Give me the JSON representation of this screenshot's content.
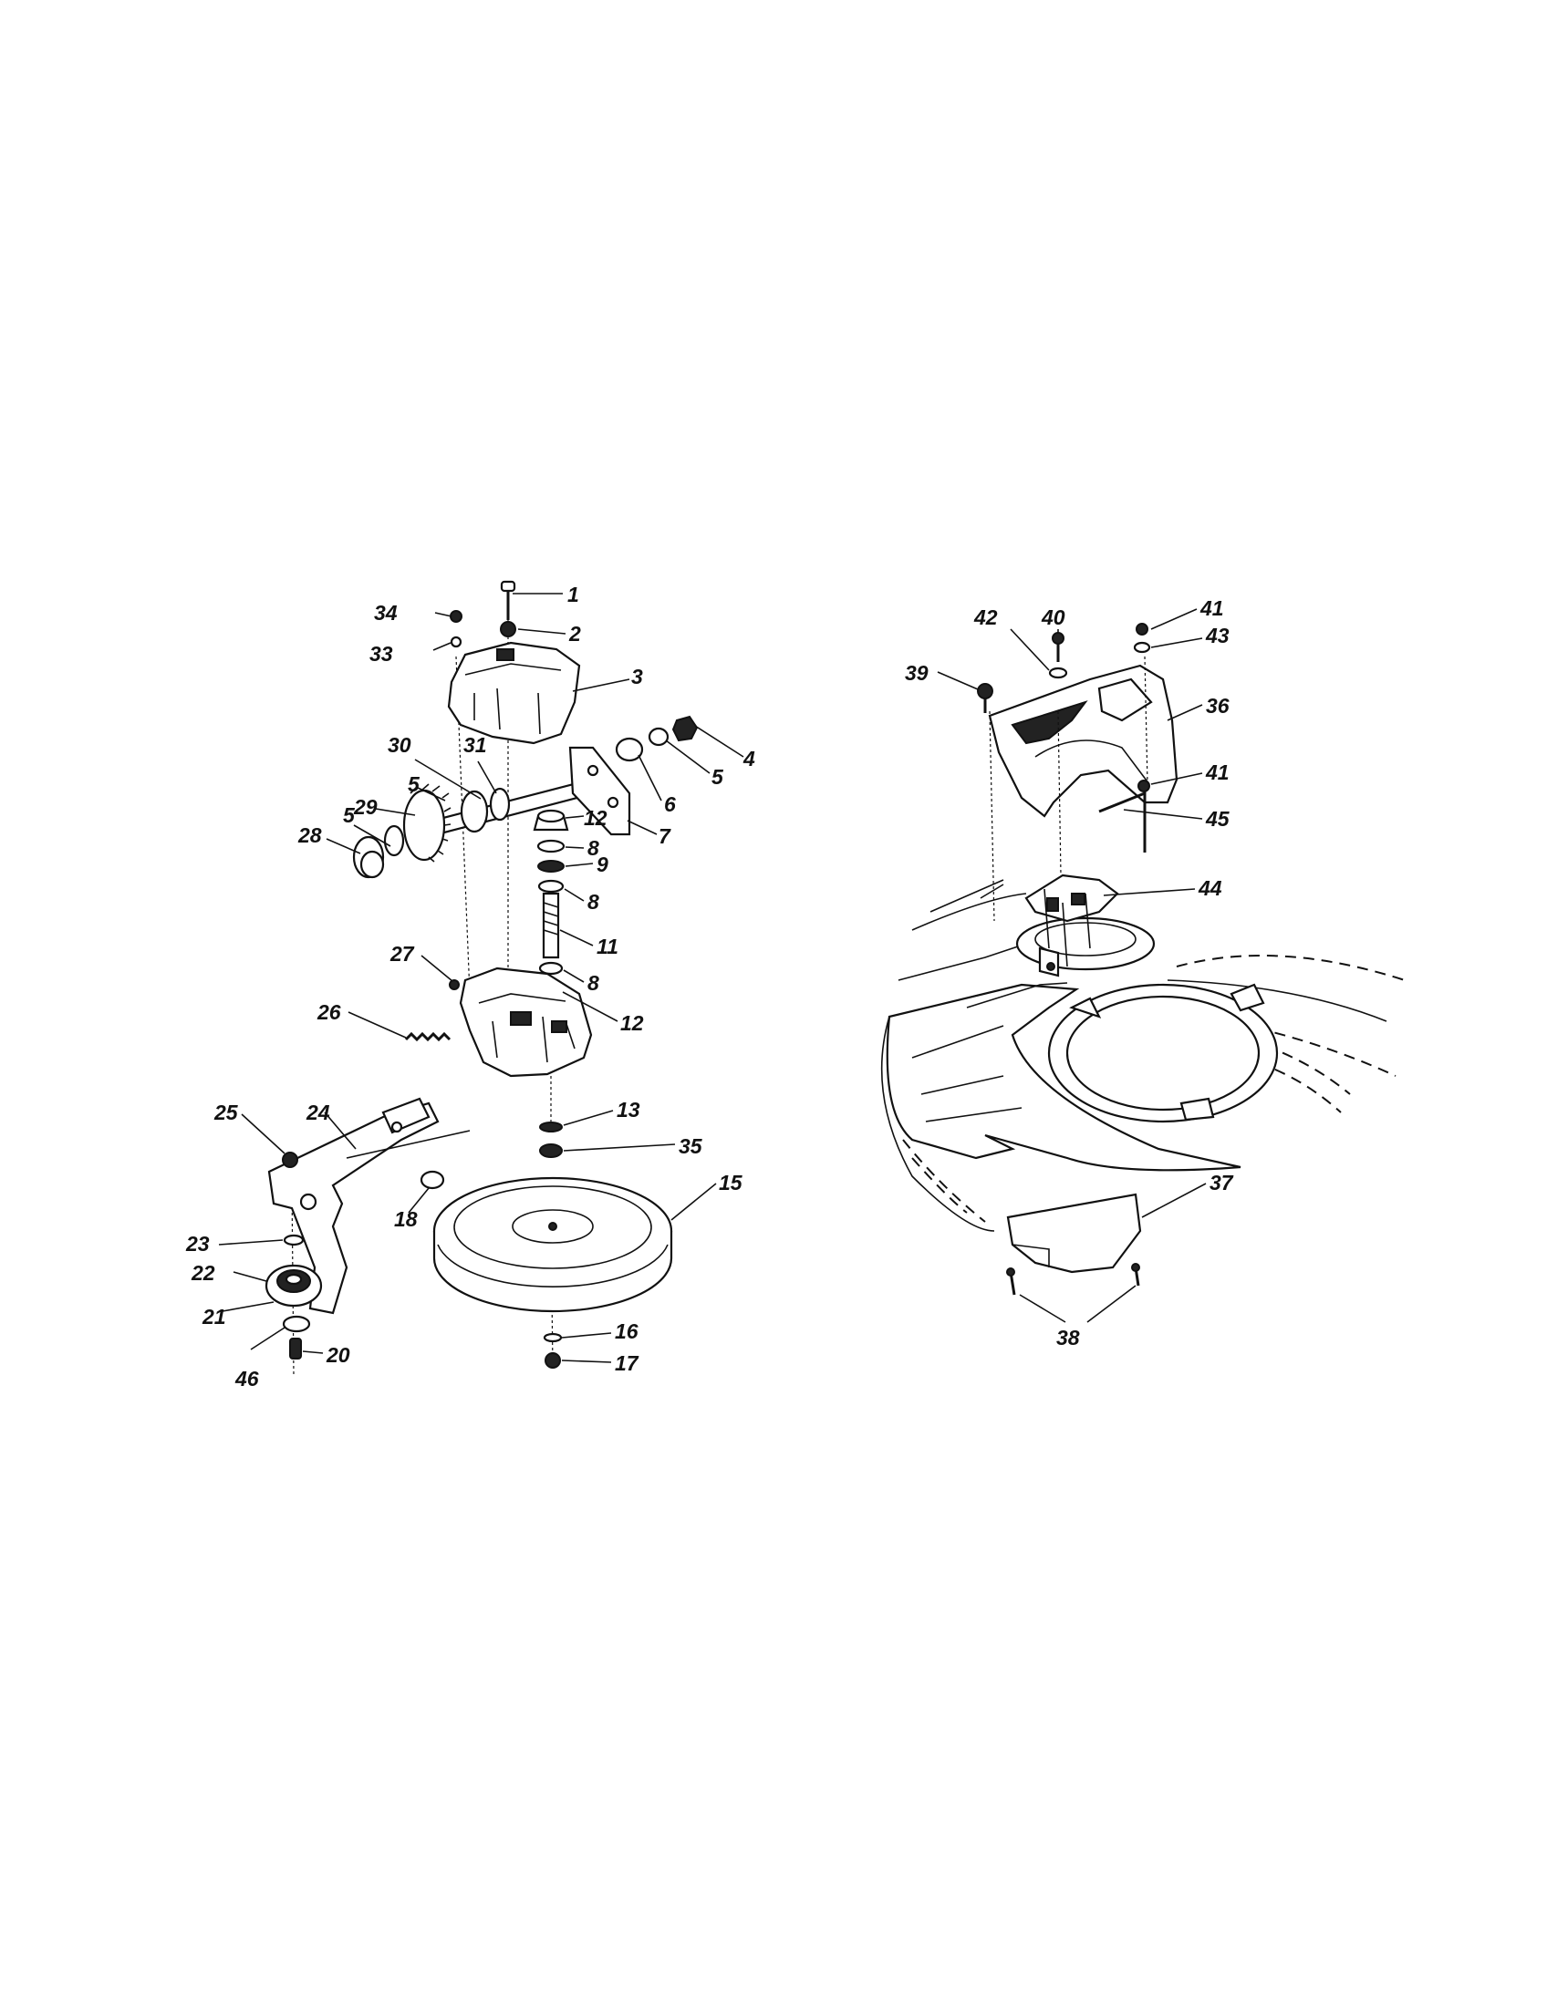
{
  "callouts": [
    {
      "id": "c1",
      "text": "1"
    },
    {
      "id": "c2",
      "text": "2"
    },
    {
      "id": "c3",
      "text": "3"
    },
    {
      "id": "c4",
      "text": "4"
    },
    {
      "id": "c5a",
      "text": "5"
    },
    {
      "id": "c5b",
      "text": "5"
    },
    {
      "id": "c5c",
      "text": "5"
    },
    {
      "id": "c6",
      "text": "6"
    },
    {
      "id": "c7",
      "text": "7"
    },
    {
      "id": "c8a",
      "text": "8"
    },
    {
      "id": "c8b",
      "text": "8"
    },
    {
      "id": "c8c",
      "text": "8"
    },
    {
      "id": "c9",
      "text": "9"
    },
    {
      "id": "c11",
      "text": "11"
    },
    {
      "id": "c12a",
      "text": "12"
    },
    {
      "id": "c12b",
      "text": "12"
    },
    {
      "id": "c13",
      "text": "13"
    },
    {
      "id": "c15",
      "text": "15"
    },
    {
      "id": "c16",
      "text": "16"
    },
    {
      "id": "c17",
      "text": "17"
    },
    {
      "id": "c18",
      "text": "18"
    },
    {
      "id": "c20",
      "text": "20"
    },
    {
      "id": "c21",
      "text": "21"
    },
    {
      "id": "c22",
      "text": "22"
    },
    {
      "id": "c23",
      "text": "23"
    },
    {
      "id": "c24",
      "text": "24"
    },
    {
      "id": "c25",
      "text": "25"
    },
    {
      "id": "c26",
      "text": "26"
    },
    {
      "id": "c27",
      "text": "27"
    },
    {
      "id": "c28",
      "text": "28"
    },
    {
      "id": "c29",
      "text": "29"
    },
    {
      "id": "c30",
      "text": "30"
    },
    {
      "id": "c31",
      "text": "31"
    },
    {
      "id": "c33",
      "text": "33"
    },
    {
      "id": "c34",
      "text": "34"
    },
    {
      "id": "c35",
      "text": "35"
    },
    {
      "id": "c36",
      "text": "36"
    },
    {
      "id": "c37",
      "text": "37"
    },
    {
      "id": "c38",
      "text": "38"
    },
    {
      "id": "c39",
      "text": "39"
    },
    {
      "id": "c40",
      "text": "40"
    },
    {
      "id": "c41a",
      "text": "41"
    },
    {
      "id": "c41b",
      "text": "41"
    },
    {
      "id": "c42",
      "text": "42"
    },
    {
      "id": "c43",
      "text": "43"
    },
    {
      "id": "c44",
      "text": "44"
    },
    {
      "id": "c45",
      "text": "45"
    },
    {
      "id": "c46",
      "text": "46"
    }
  ]
}
